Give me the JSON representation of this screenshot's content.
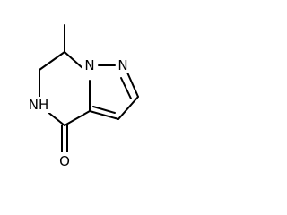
{
  "molecule": {
    "atoms": {
      "n1": "N",
      "n2": "N",
      "nh": "NH",
      "o": "O"
    }
  }
}
